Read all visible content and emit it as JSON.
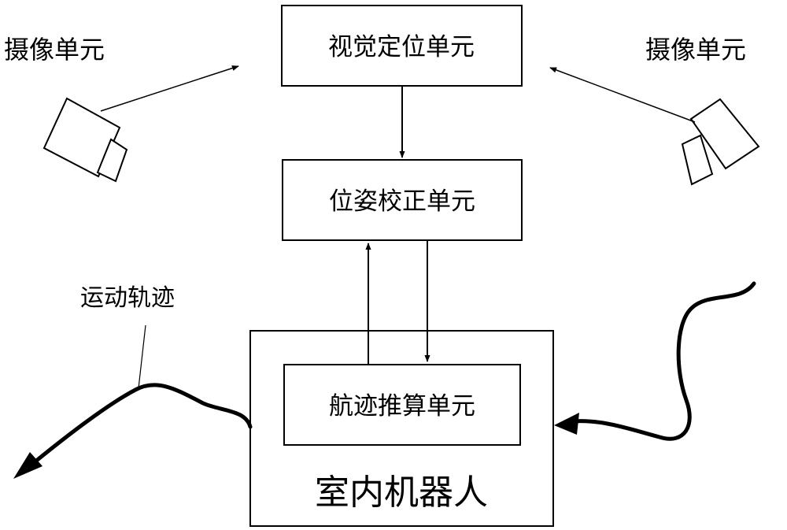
{
  "labels": {
    "camera_left": "摄像单元",
    "camera_right": "摄像单元",
    "visual_positioning_unit": "视觉定位单元",
    "pose_correction_unit": "位姿校正单元",
    "dead_reckoning_unit": "航迹推算单元",
    "indoor_robot": "室内机器人",
    "motion_trajectory": "运动轨迹"
  }
}
